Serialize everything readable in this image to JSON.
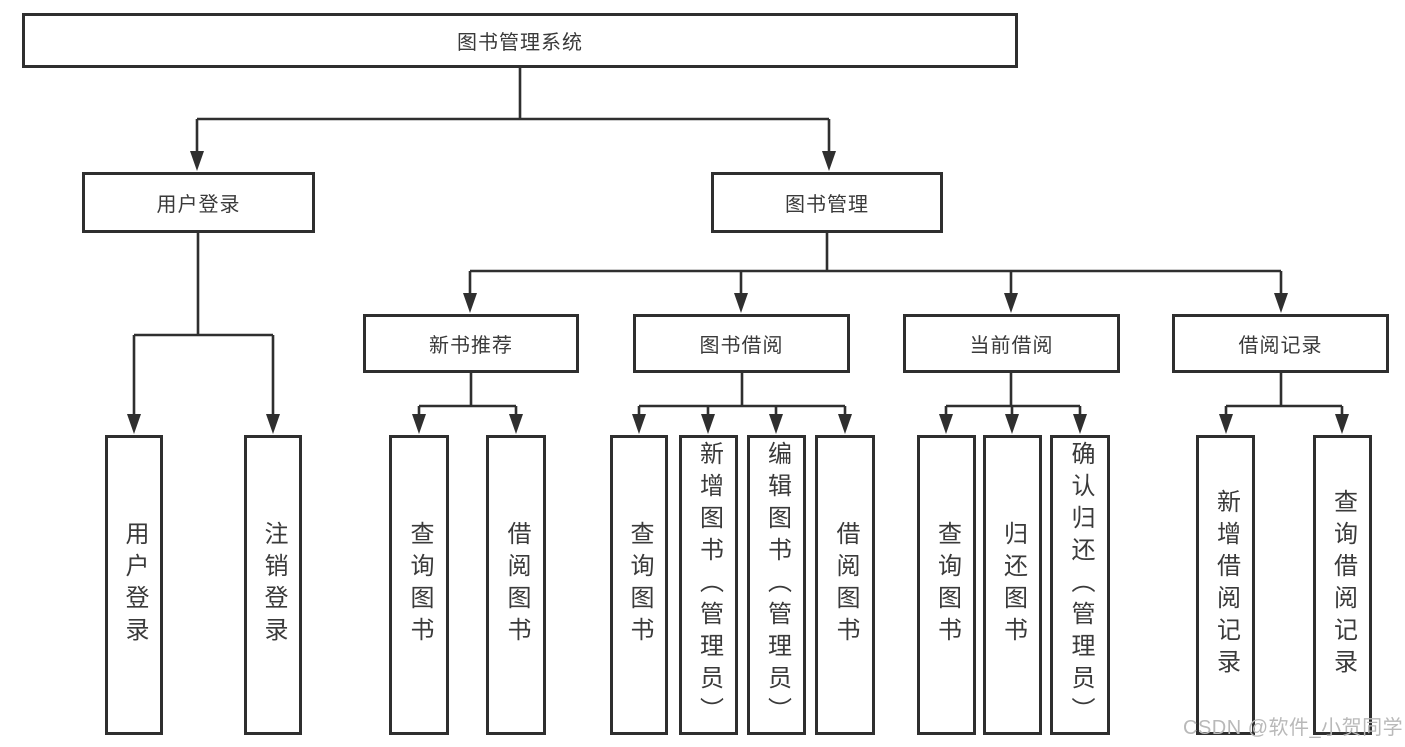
{
  "diagram": {
    "root": {
      "label": "图书管理系统"
    },
    "level2": {
      "userLogin": {
        "label": "用户登录"
      },
      "bookMgmt": {
        "label": "图书管理"
      }
    },
    "level3": {
      "newBookRec": {
        "label": "新书推荐"
      },
      "bookBorrow": {
        "label": "图书借阅"
      },
      "currentBorrow": {
        "label": "当前借阅"
      },
      "borrowRecords": {
        "label": "借阅记录"
      }
    },
    "leaves": {
      "userLogin": {
        "label": "用户登录"
      },
      "logout": {
        "label": "注销登录"
      },
      "queryBooksA": {
        "label": "查询图书"
      },
      "borrowBooksA": {
        "label": "借阅图书"
      },
      "queryBooksB": {
        "label": "查询图书"
      },
      "addBooks": {
        "label": "新增图书（管理员）"
      },
      "editBooks": {
        "label": "编辑图书（管理员）"
      },
      "borrowBooksB": {
        "label": "借阅图书"
      },
      "queryBooksC": {
        "label": "查询图书"
      },
      "returnBooks": {
        "label": "归还图书"
      },
      "confirmReturn": {
        "label": "确认归还（管理员）"
      },
      "addBorrowRecord": {
        "label": "新增借阅记录"
      },
      "queryBorrowRecord": {
        "label": "查询借阅记录"
      }
    }
  },
  "watermark": {
    "text": "CSDN @软件_小贺同学"
  },
  "colors": {
    "line": "#2f2f2f",
    "border": "#2f2f2f",
    "text": "#3a3a3a",
    "watermark": "#b9b9b9",
    "background": "#ffffff"
  }
}
